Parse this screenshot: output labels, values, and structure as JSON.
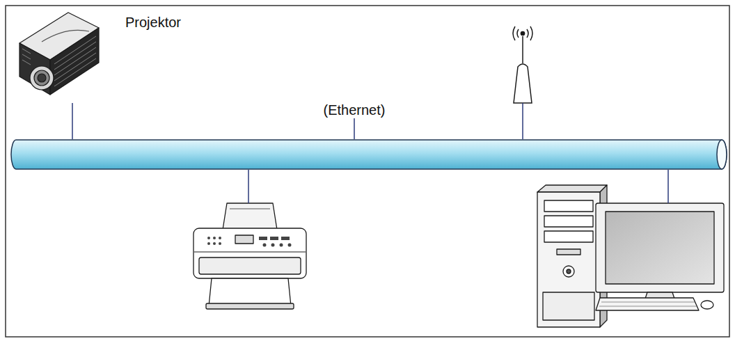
{
  "diagram": {
    "nodes": [
      {
        "text": [
          "Projektor"
        ]
      },
      {
        "text": [
          "(Ethernet)"
        ]
      }
    ],
    "edges": [
      {
        "from": 0,
        "to": 1,
        "arrow": "none"
      }
    ]
  }
}
